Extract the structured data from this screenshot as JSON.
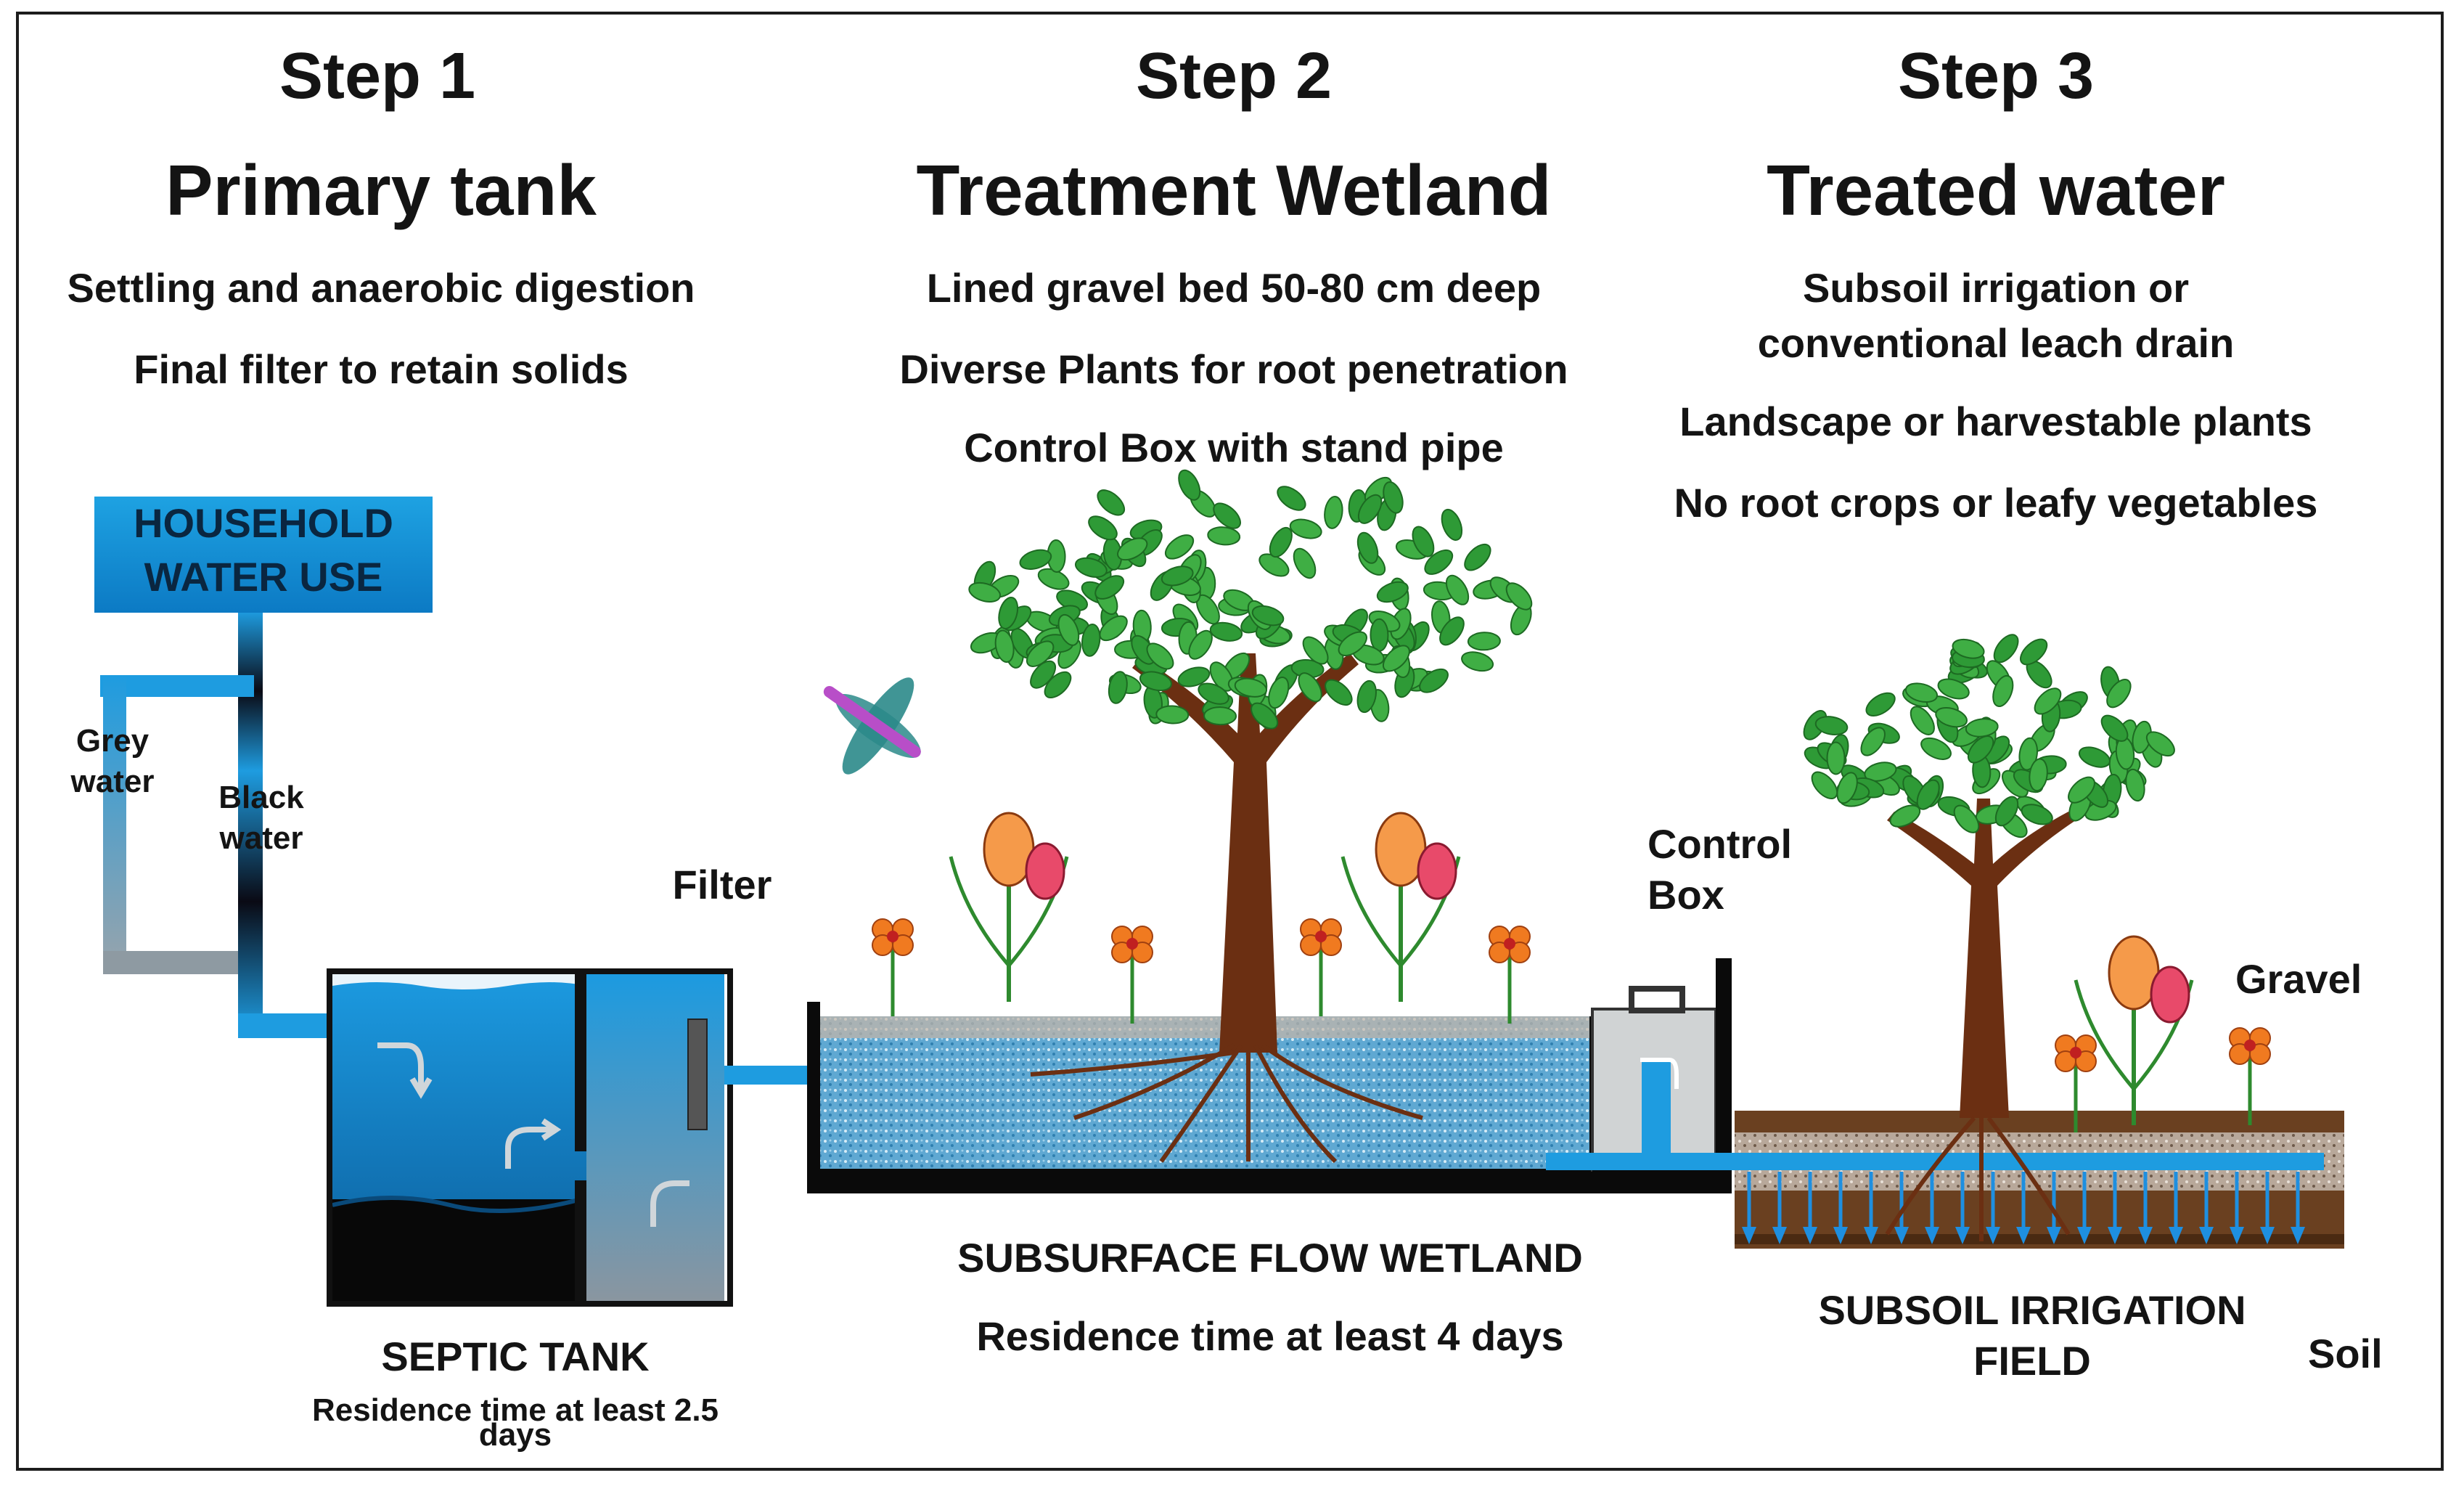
{
  "steps": [
    {
      "step": "Step 1",
      "title": "Primary tank",
      "lines": [
        "Settling and anaerobic digestion",
        "Final filter to retain solids"
      ]
    },
    {
      "step": "Step 2",
      "title": "Treatment Wetland",
      "lines": [
        "Lined gravel bed 50-80 cm deep",
        "Diverse Plants for root penetration",
        "Control Box with stand pipe"
      ]
    },
    {
      "step": "Step 3",
      "title": "Treated water",
      "lines": [
        "Subsoil irrigation or",
        "conventional leach drain",
        "Landscape or harvestable plants",
        "No root crops or leafy vegetables"
      ]
    }
  ],
  "labels": {
    "household_line1": "HOUSEHOLD",
    "household_line2": "WATER USE",
    "grey1": "Grey",
    "grey2": "water",
    "black1": "Black",
    "black2": "water",
    "filter": "Filter",
    "control1": "Control",
    "control2": "Box",
    "gravel": "Gravel",
    "septic_title": "SEPTIC TANK",
    "septic_res1": "Residence time at least 2.5",
    "septic_res2": "days",
    "wetland_title": "SUBSURFACE FLOW WETLAND",
    "wetland_res": "Residence time at least 4 days",
    "field1": "SUBSOIL IRRIGATION",
    "field2": "FIELD",
    "soil": "Soil"
  },
  "colors": {
    "water": "#1a8fd6",
    "water_dark": "#0b5e9e",
    "trunk": "#6b2f12",
    "leaf": "#2f9a35",
    "soil": "#6a4020"
  }
}
